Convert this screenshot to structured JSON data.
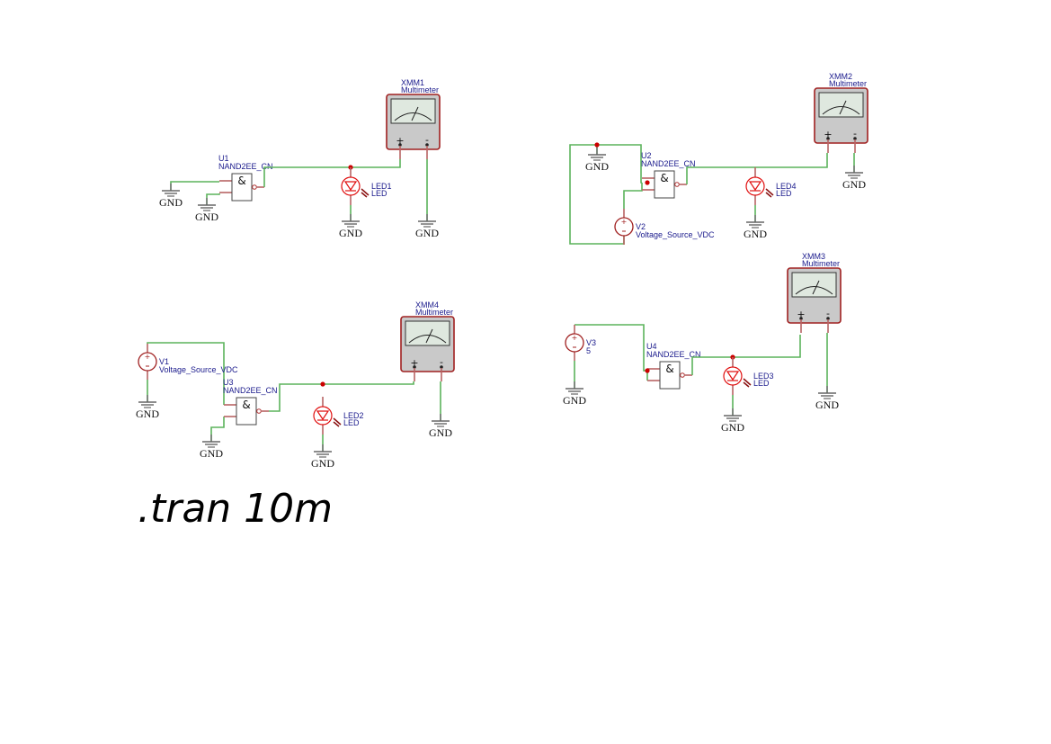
{
  "schematic": {
    "circuits": [
      {
        "gate": {
          "ref": "U1",
          "value": "NAND2EE_CN",
          "symbol": "&"
        },
        "led": {
          "ref": "LED1",
          "value": "LED"
        },
        "meter": {
          "ref": "XMM1",
          "value": "Multimeter",
          "plus": "+",
          "minus": "-"
        },
        "grounds": [
          "GND",
          "GND",
          "GND",
          "GND"
        ]
      },
      {
        "gate": {
          "ref": "U2",
          "value": "NAND2EE_CN",
          "symbol": "&"
        },
        "led": {
          "ref": "LED4",
          "value": "LED"
        },
        "meter": {
          "ref": "XMM2",
          "value": "Multimeter",
          "plus": "+",
          "minus": "-"
        },
        "source": {
          "ref": "V2",
          "value": "Voltage_Source_VDC"
        },
        "grounds": [
          "GND",
          "GND",
          "GND"
        ]
      },
      {
        "gate": {
          "ref": "U3",
          "value": "NAND2EE_CN",
          "symbol": "&"
        },
        "led": {
          "ref": "LED2",
          "value": "LED"
        },
        "meter": {
          "ref": "XMM4",
          "value": "Multimeter",
          "plus": "+",
          "minus": "-"
        },
        "source": {
          "ref": "V1",
          "value": "Voltage_Source_VDC"
        },
        "grounds": [
          "GND",
          "GND",
          "GND",
          "GND"
        ]
      },
      {
        "gate": {
          "ref": "U4",
          "value": "NAND2EE_CN",
          "symbol": "&"
        },
        "led": {
          "ref": "LED3",
          "value": "LED"
        },
        "meter": {
          "ref": "XMM3",
          "value": "Multimeter",
          "plus": "+",
          "minus": "-"
        },
        "source": {
          "ref": "V3",
          "value": "5"
        },
        "grounds": [
          "GND",
          "GND",
          "GND"
        ]
      }
    ],
    "directive": ".tran 10m",
    "colors": {
      "wire": "#5cb35c",
      "pin": "#b86464",
      "junction": "#cc0000",
      "led": "#e01010",
      "meter_border": "#a02020",
      "label": "#1a1a8c"
    }
  }
}
